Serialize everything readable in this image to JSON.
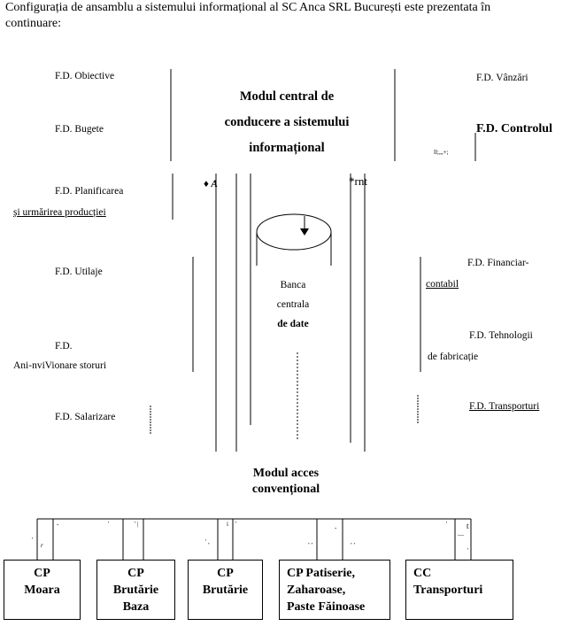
{
  "intro": "Configurația de ansamblu a sistemului informațional al SC Anca SRL București este prezentata în continuare:",
  "left_labels": {
    "obiective": "F.D. Obiective",
    "bugete": "F.D. Bugete",
    "planificarea_1": "F.D.    Planificarea",
    "planificarea_2": "și urmărirea producției",
    "utilaje": "F.D. Utilaje",
    "aprov_1": "F.D.",
    "aprov_2": "Ani-nviVionare storuri",
    "salarizare": "F.D. Salarizare"
  },
  "right_labels": {
    "vanzari": "F.D. Vânzări",
    "controlul": "F.D.   Controlul",
    "controlul_mark": "ll;„,+;",
    "financiar_1": "F.D.         Financiar-",
    "financiar_2": "contabil",
    "tehnologii_1": "F.D.       Tehnologii",
    "tehnologii_2": "de fabricație",
    "transporturi": "F.D. Transporturi"
  },
  "central": {
    "line1": "Modul central de",
    "line2": "conducere a sistemului",
    "line3": "informațional",
    "mark_a": "♦  A",
    "mark_rnt": "*rnt"
  },
  "database": {
    "line1": "Banca",
    "line2": "centrala",
    "line3": "de date"
  },
  "acces": {
    "line1": "Modul acces",
    "line2": "convențional"
  },
  "connector_marks": {
    "m1": "-",
    "m2": "r",
    "m3": "'",
    "m4": "' |",
    "m5": "i",
    "m6": "'",
    "m7": "' ,",
    "m8": ", ,",
    "m9": "-",
    "m10": ", ,",
    "m11": "'",
    "m12": "t",
    "m13": "—",
    "m14": "'",
    "m15": "'"
  },
  "units": [
    {
      "l1": "CP",
      "l2": "Moara",
      "l3": ""
    },
    {
      "l1": "CP",
      "l2": "Brutărie",
      "l3": "Baza"
    },
    {
      "l1": "CP",
      "l2": "Brutărie",
      "l3": ""
    },
    {
      "l1": "CP Patiserie,",
      "l2": "Zaharoase,",
      "l3": "Paste Făinoase"
    },
    {
      "l1": "CC",
      "l2": "Transporturi",
      "l3": ""
    }
  ]
}
